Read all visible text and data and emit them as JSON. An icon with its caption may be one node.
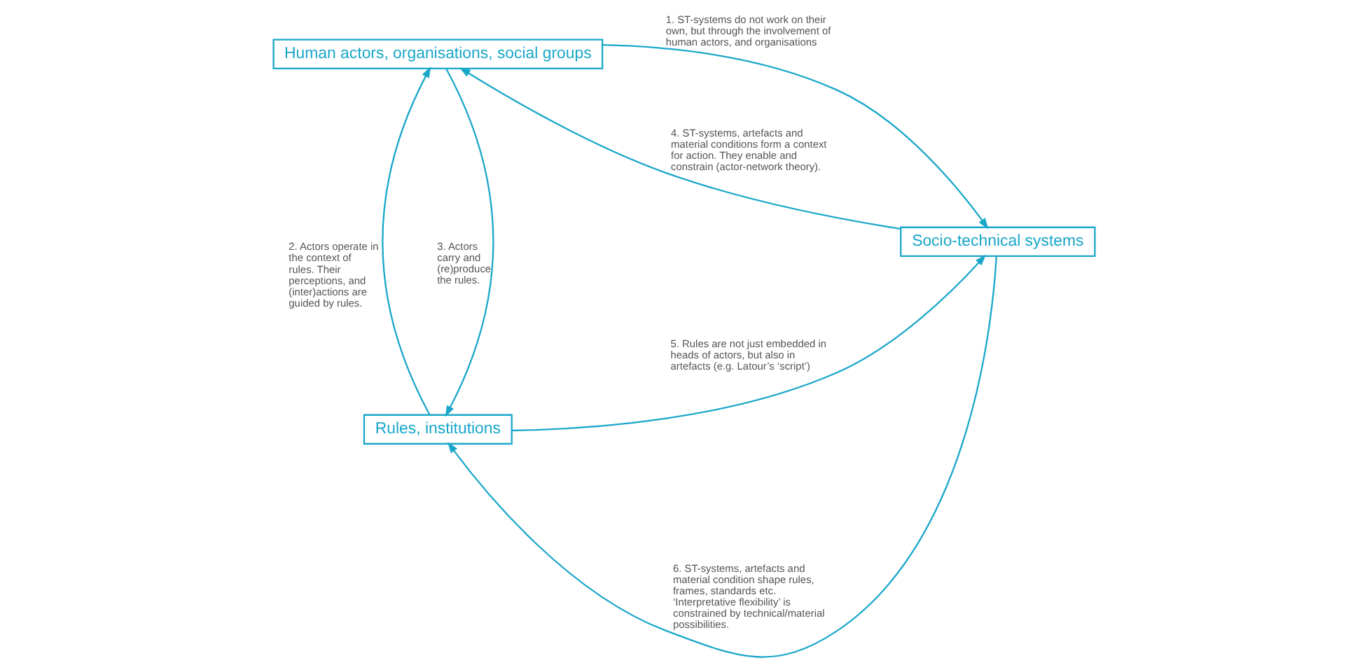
{
  "diagram": {
    "nodes": [
      {
        "text": [
          "Rules, institutions"
        ]
      },
      {
        "text": [
          "Socio-technical systems"
        ]
      },
      {
        "text": [
          "Human actors, organisations, social groups"
        ]
      }
    ],
    "edges": [
      {
        "from": 1,
        "to": 0,
        "arrow": "to",
        "label": "6. ST-systems, artefacts and material condition shape rules, frames, standards etc. ‘Interpretative flexibility’ is constrained by technical/material possibilities."
      },
      {
        "from": 0,
        "to": 1,
        "arrow": "to",
        "label": "5. Rules are not just embedded in heads of actors, but also in artefacts (e.g. Latour’s ‘script’)"
      },
      {
        "from": 2,
        "to": 1,
        "arrow": "to",
        "label": "1. ST-systems do not work on their own, but through the involvement of human actors, and organisations"
      },
      {
        "from": 1,
        "to": 2,
        "arrow": "to",
        "label": "4. ST-systems, artefacts and material conditions form a context for action. They enable and constrain (actor-network theory)."
      },
      {
        "from": 2,
        "to": 0,
        "arrow": "to",
        "label": "3. Actors carry and (re)produce the rules."
      },
      {
        "from": 0,
        "to": 2,
        "arrow": "to",
        "label": "2. Actors operate in the context of rules. Their perceptions, and (inter)actions are guided by rules."
      }
    ]
  }
}
